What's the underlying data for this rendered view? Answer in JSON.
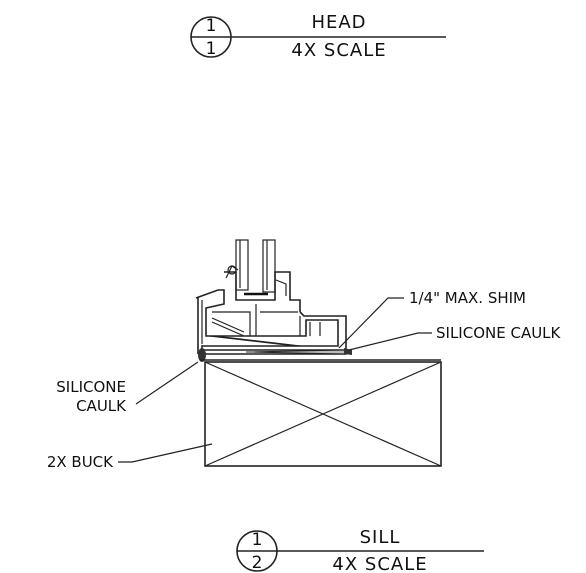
{
  "head_callout": {
    "detail_number": "1",
    "sheet_number": "1",
    "title": "HEAD",
    "scale": "4X SCALE"
  },
  "sill_callout": {
    "detail_number": "1",
    "sheet_number": "2",
    "title": "SILL",
    "scale": "4X SCALE"
  },
  "notes": {
    "shim": "1/4\" MAX. SHIM",
    "silicone_right": "SILICONE CAULK",
    "silicone_left_line1": "SILICONE",
    "silicone_left_line2": "CAULK",
    "buck": "2X BUCK"
  },
  "colors": {
    "line": "#222222",
    "background": "#ffffff"
  }
}
